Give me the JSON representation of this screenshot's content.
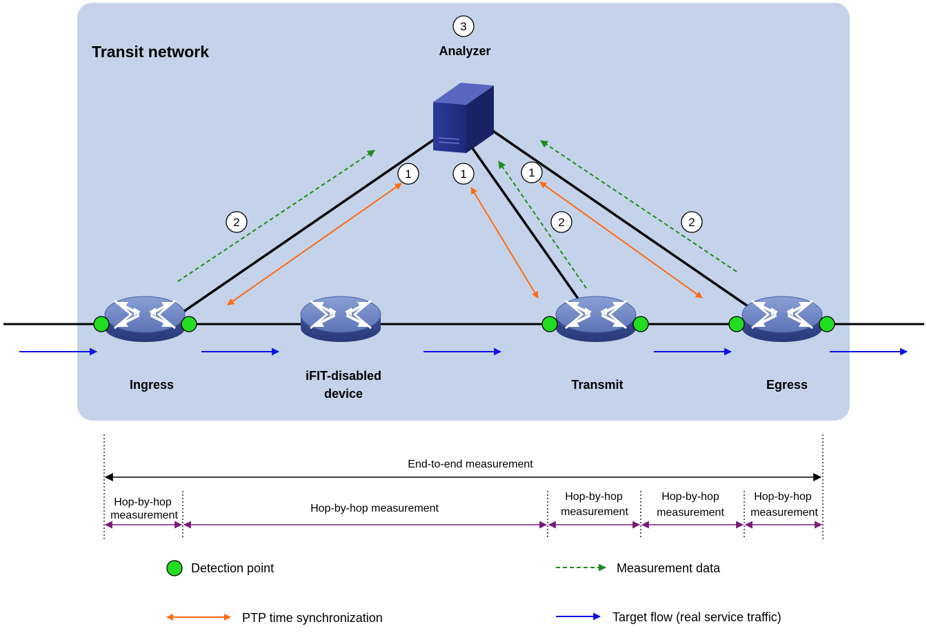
{
  "network": {
    "title": "Transit network"
  },
  "analyzer": {
    "label": "Analyzer",
    "step": "3"
  },
  "devices": {
    "ingress": "Ingress",
    "ifit_line1": "iFIT-disabled",
    "ifit_line2": "device",
    "transmit": "Transmit",
    "egress": "Egress"
  },
  "steps": {
    "ptp": "1",
    "data": "2"
  },
  "measurements": {
    "end_to_end": "End-to-end measurement",
    "hop1_line1": "Hop-by-hop",
    "hop1_line2": "measurement",
    "hop2": "Hop-by-hop measurement",
    "hop3_line1": "Hop-by-hop",
    "hop3_line2": "measurement",
    "hop4_line1": "Hop-by-hop",
    "hop4_line2": "measurement",
    "hop5_line1": "Hop-by-hop",
    "hop5_line2": "measurement"
  },
  "legend": {
    "detection_point": "Detection point",
    "measurement_data": "Measurement data",
    "ptp": "PTP time synchronization",
    "target_flow": "Target flow (real service traffic)"
  },
  "colors": {
    "network_bg": "#c5d3ea",
    "detection": "#22dd22",
    "ptp": "#ff6a10",
    "data": "#1f8a1f",
    "flow": "#1010e8",
    "measure": "#7a1a7a"
  }
}
